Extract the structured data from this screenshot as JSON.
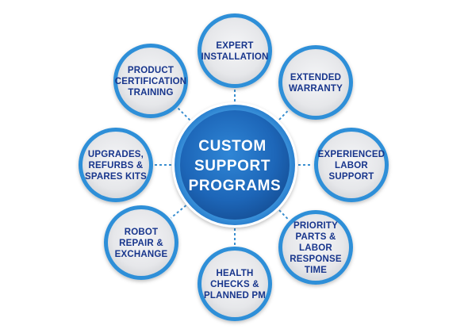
{
  "hub": {
    "lines": [
      "CUSTOM",
      "SUPPORT",
      "PROGRAMS"
    ]
  },
  "satellites": [
    {
      "id": "expert-installation",
      "lines": [
        "EXPERT",
        "INSTALLATION"
      ]
    },
    {
      "id": "extended-warranty",
      "lines": [
        "EXTENDED",
        "WARRANTY"
      ]
    },
    {
      "id": "experienced-labor-support",
      "lines": [
        "EXPERIENCED",
        "LABOR",
        "SUPPORT"
      ]
    },
    {
      "id": "priority-parts-labor-response-time",
      "lines": [
        "PRIORITY",
        "PARTS &",
        "LABOR",
        "RESPONSE",
        "TIME"
      ]
    },
    {
      "id": "health-checks-planned-pm",
      "lines": [
        "HEALTH",
        "CHECKS &",
        "PLANNED PM"
      ]
    },
    {
      "id": "robot-repair-exchange",
      "lines": [
        "ROBOT",
        "REPAIR &",
        "EXCHANGE"
      ]
    },
    {
      "id": "upgrades-refurbs-spares-kits",
      "lines": [
        "UPGRADES,",
        "REFURBS &",
        "SPARES KITS"
      ]
    },
    {
      "id": "product-certification-training",
      "lines": [
        "PRODUCT",
        "CERTIFICATION",
        "TRAINING"
      ]
    }
  ],
  "colors": {
    "hub_inner": "#1e6fc4",
    "hub_outer": "#2b8ad8",
    "satellite_ring": "#2f8fd8",
    "satellite_fill": "#e6e7ea",
    "label_text": "#17358c",
    "connector": "#3a8fd0"
  }
}
